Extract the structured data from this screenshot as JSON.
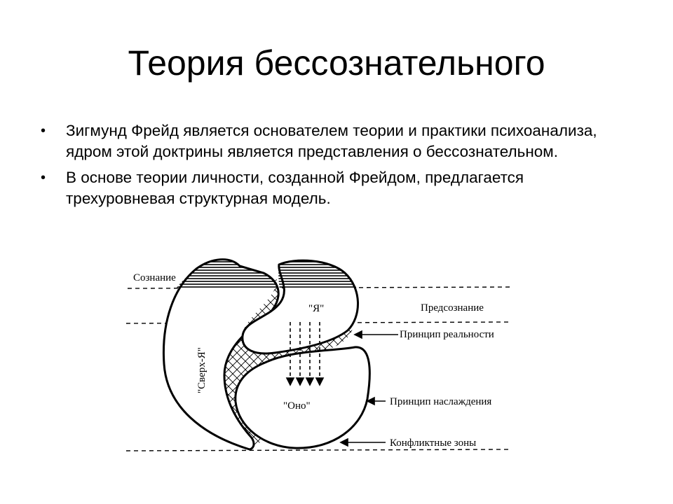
{
  "slide": {
    "title": "Теория бессознательного",
    "bullets": [
      "Зигмунд Фрейд является основателем теории и практики психоанализа, ядром этой доктрины является представления о бессознательном.",
      "В основе теории личности, созданной Фрейдом, предлагается трехуровневая структурная модель."
    ],
    "bullet_glyph": "•"
  },
  "diagram": {
    "labels": {
      "consciousness": "Сознание",
      "preconscious": "Предсознание",
      "reality_principle": "Принцип реальности",
      "pleasure_principle": "Принцип наслаждения",
      "conflict_zones": "Конфликтные зоны",
      "ego": "\"Я\"",
      "superego": "\"Сверх-Я\"",
      "id": "\"Оно\""
    },
    "colors": {
      "ink": "#000000",
      "background": "#ffffff"
    }
  }
}
